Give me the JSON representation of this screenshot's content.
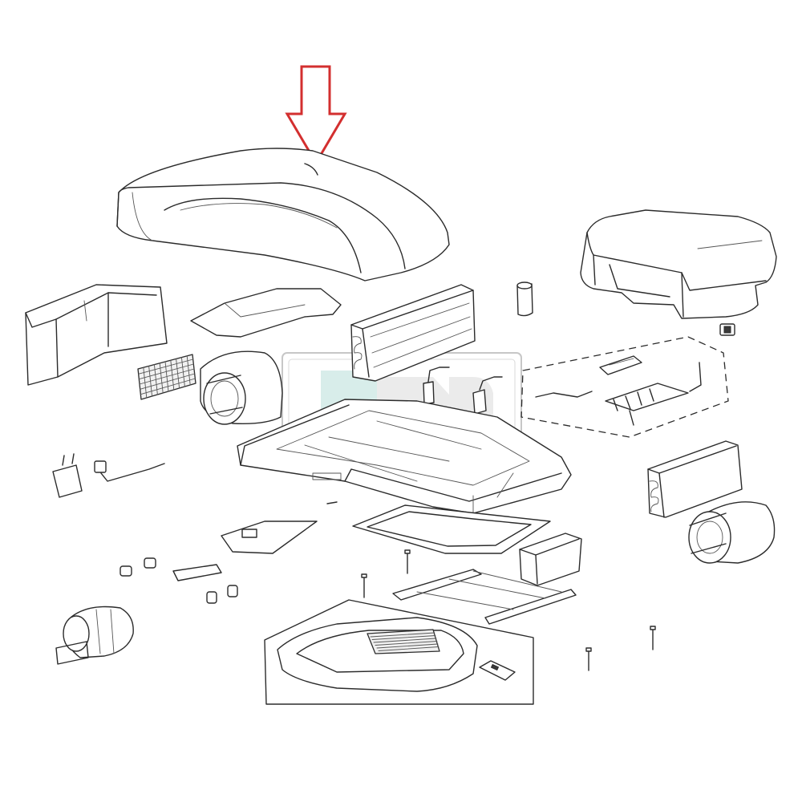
{
  "diagram": {
    "type": "exploded-parts-view",
    "highlight_color": "#d32f2f",
    "highlight_marker": "arrow-down",
    "highlighted_part": "roof-cover-shroud",
    "watermark_color": "#8fc9c2"
  }
}
